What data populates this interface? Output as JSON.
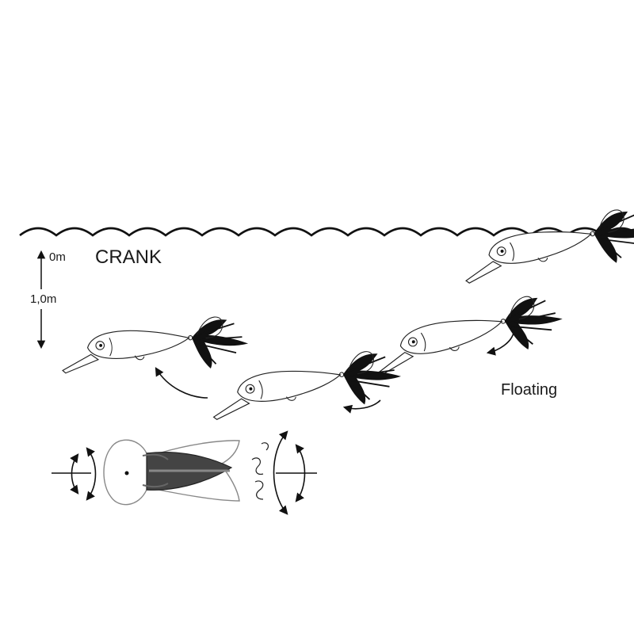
{
  "title": "CRANK",
  "depth": {
    "top": "0m",
    "bottom": "1,0m"
  },
  "mode_label": "Floating",
  "colors": {
    "ink": "#111111",
    "background": "#ffffff",
    "stripe": "#555555"
  },
  "icons": [
    "water-surface-wave",
    "lure-icon",
    "fly-tail",
    "swing-arrow",
    "wobble-arrow"
  ]
}
